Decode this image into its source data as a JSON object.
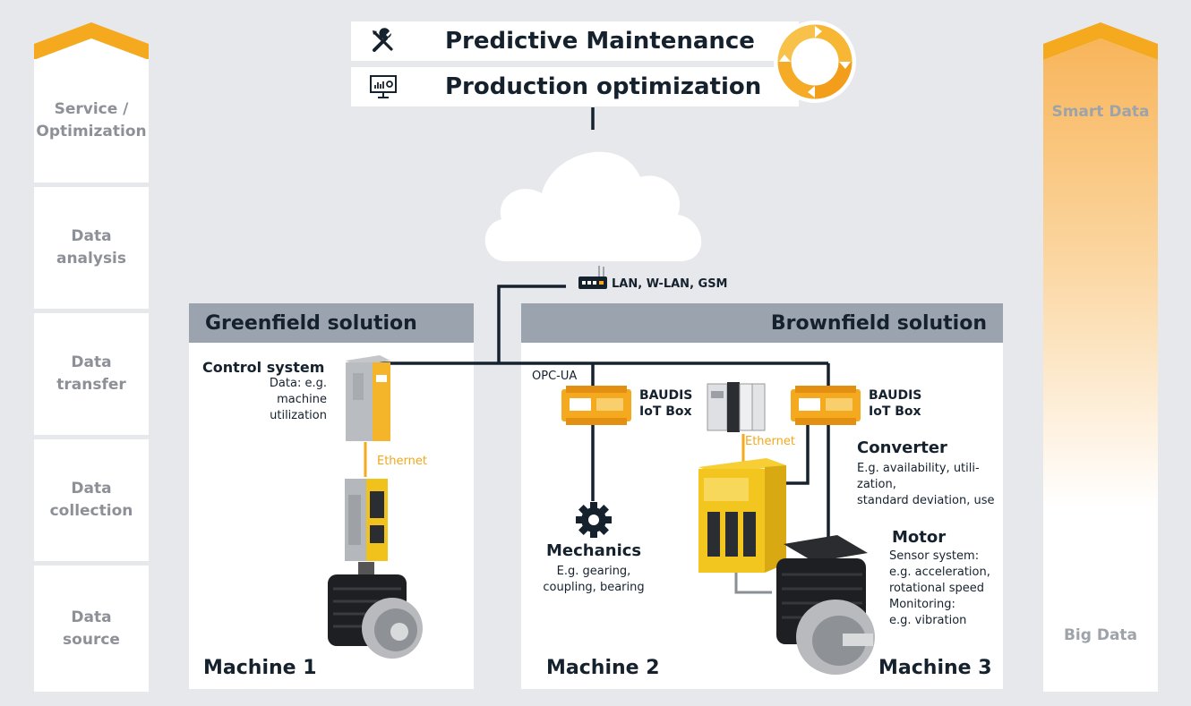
{
  "stages": [
    {
      "label": "Service /\nOptimization"
    },
    {
      "label": "Data\nanalysis"
    },
    {
      "label": "Data\ntransfer"
    },
    {
      "label": "Data\ncollection"
    },
    {
      "label": "Data\nsource"
    }
  ],
  "applications": {
    "predictive": "Predictive Maintenance",
    "production": "Production optimization"
  },
  "network_label": "LAN, W-LAN, GSM",
  "greenfield": {
    "title": "Greenfield solution",
    "control_title": "Control system",
    "control_desc": "Data: e.g.\nmachine\nutilization",
    "ethernet": "Ethernet",
    "machine": "Machine 1"
  },
  "brownfield": {
    "title": "Brownfield solution",
    "opc": "OPC-UA",
    "iot_box_1": "BAUDIS\nIoT Box",
    "iot_box_2": "BAUDIS\nIoT Box",
    "ethernet": "Ethernet",
    "mechanics_title": "Mechanics",
    "mechanics_desc": "E.g. gearing,\ncoupling, bearing",
    "converter_title": "Converter",
    "converter_desc": "E.g. availability, utili-\nzation,\nstandard deviation, use",
    "motor_title": "Motor",
    "motor_desc": "Sensor system:\ne.g. acceleration,\nrotational speed\nMonitoring:\ne.g. vibration",
    "machine2": "Machine 2",
    "machine3": "Machine 3"
  },
  "ramp": {
    "top": "Smart Data",
    "bottom": "Big Data"
  },
  "colors": {
    "background": "#e7e8ec",
    "header": "#9ba3af",
    "navy": "#16212e",
    "accent": "#f5a91f",
    "stage_text": "#8d9197"
  }
}
